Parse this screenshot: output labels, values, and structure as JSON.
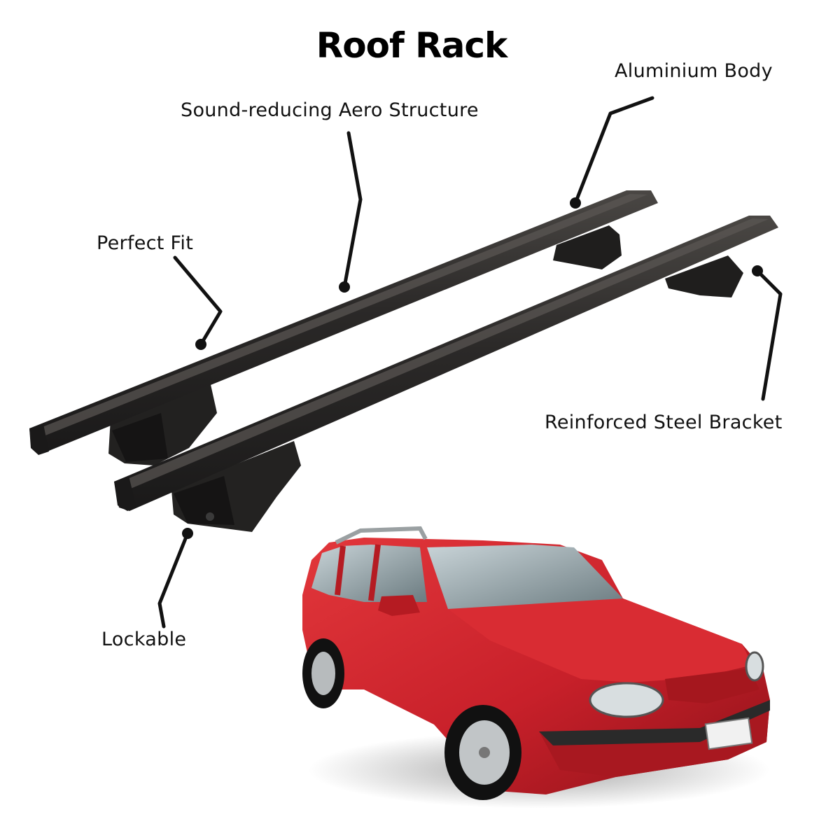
{
  "title": "Roof Rack",
  "features": {
    "aluminium_body": "Aluminium Body",
    "aero_structure": "Sound-reducing Aero Structure",
    "perfect_fit": "Perfect Fit",
    "steel_bracket": "Reinforced Steel Bracket",
    "lockable": "Lockable"
  },
  "car": {
    "color": "#c8202a"
  },
  "rack": {
    "color": "#262424"
  }
}
